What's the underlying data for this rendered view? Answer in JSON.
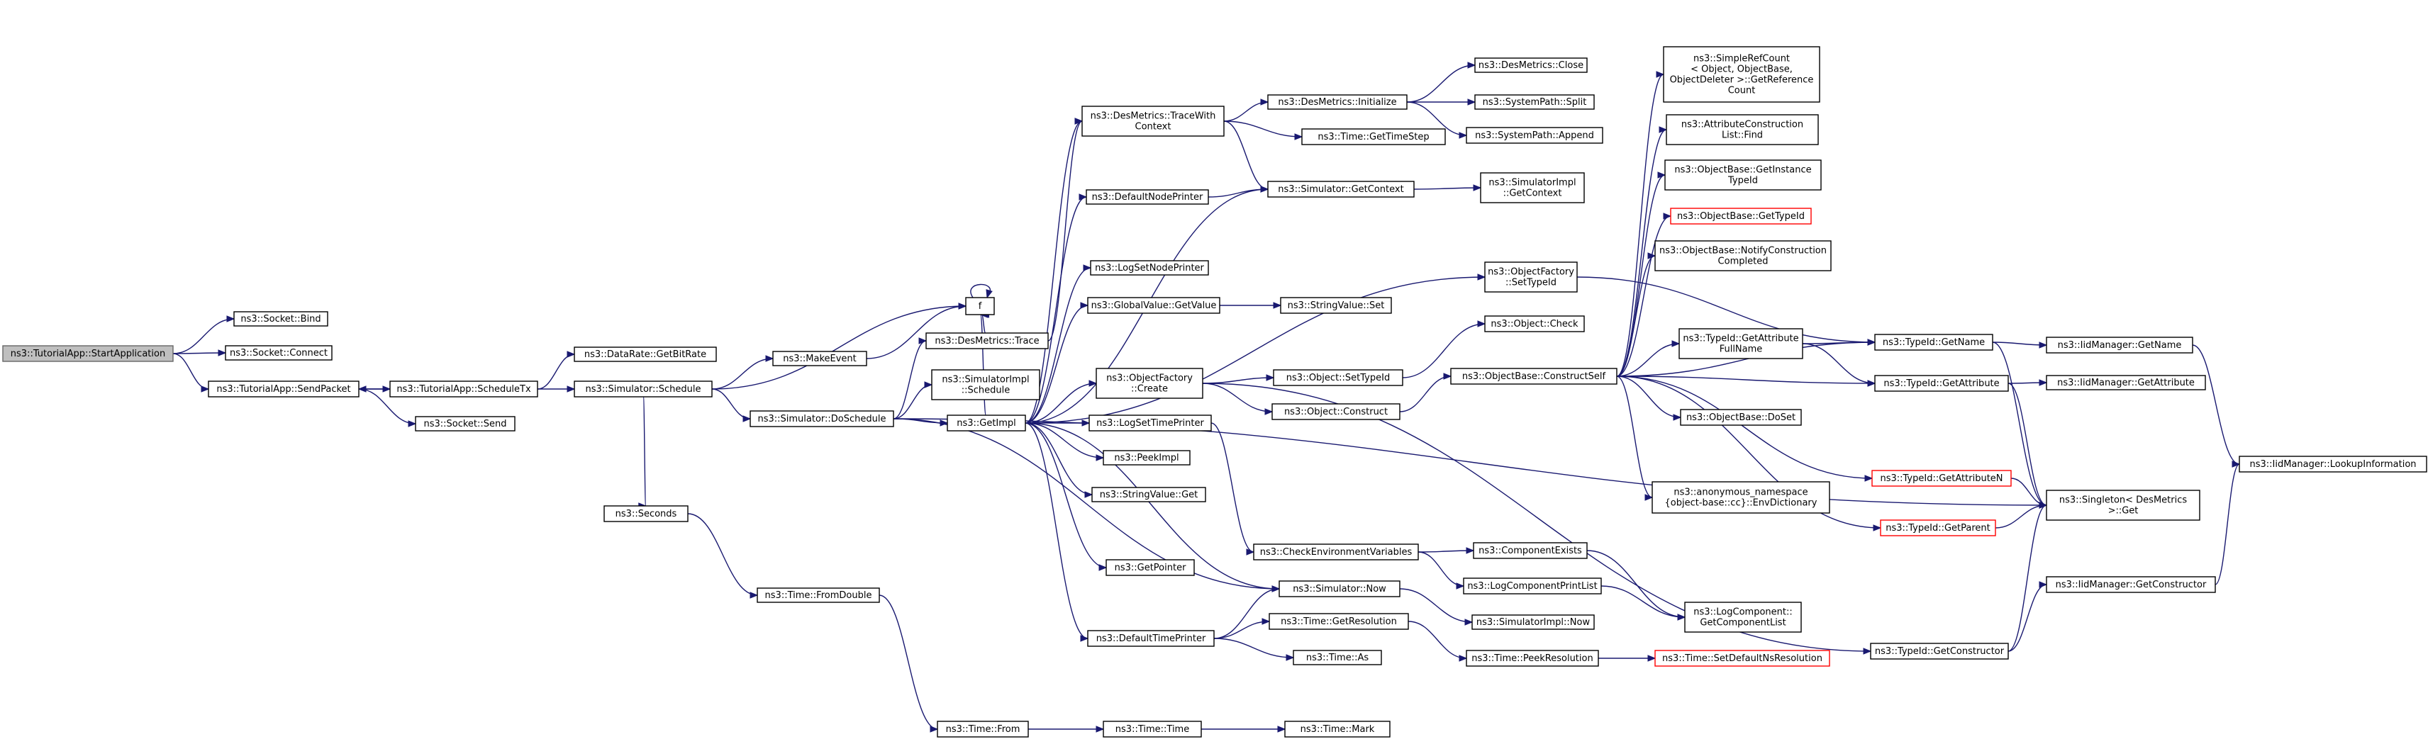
{
  "colors": {
    "edge": "#191970",
    "node_border": "#000000",
    "root_fill": "#bfbfbf",
    "missing_border": "#ff0000"
  },
  "nodes": [
    {
      "id": "root",
      "lines": [
        "ns3::TutorialApp::StartApplication"
      ],
      "kind": "root"
    },
    {
      "id": "bind",
      "lines": [
        "ns3::Socket::Bind"
      ]
    },
    {
      "id": "connect",
      "lines": [
        "ns3::Socket::Connect"
      ]
    },
    {
      "id": "sendpacket",
      "lines": [
        "ns3::TutorialApp::SendPacket"
      ]
    },
    {
      "id": "send",
      "lines": [
        "ns3::Socket::Send"
      ]
    },
    {
      "id": "scheduletx",
      "lines": [
        "ns3::TutorialApp::ScheduleTx"
      ]
    },
    {
      "id": "bitrate",
      "lines": [
        "ns3::DataRate::GetBitRate"
      ]
    },
    {
      "id": "schedule",
      "lines": [
        "ns3::Simulator::Schedule"
      ]
    },
    {
      "id": "makeevent",
      "lines": [
        "ns3::MakeEvent"
      ]
    },
    {
      "id": "f",
      "lines": [
        "f"
      ]
    },
    {
      "id": "seconds",
      "lines": [
        "ns3::Seconds"
      ]
    },
    {
      "id": "fromdouble",
      "lines": [
        "ns3::Time::FromDouble"
      ]
    },
    {
      "id": "from",
      "lines": [
        "ns3::Time::From"
      ]
    },
    {
      "id": "doschedule",
      "lines": [
        "ns3::Simulator::DoSchedule"
      ]
    },
    {
      "id": "destrace",
      "lines": [
        "ns3::DesMetrics::Trace"
      ]
    },
    {
      "id": "simimplschedule",
      "lines": [
        "ns3::SimulatorImpl",
        "::Schedule"
      ]
    },
    {
      "id": "getimpl",
      "lines": [
        "ns3::GetImpl"
      ]
    },
    {
      "id": "tracewith",
      "lines": [
        "ns3::DesMetrics::TraceWith",
        "Context"
      ]
    },
    {
      "id": "defnodeprinter",
      "lines": [
        "ns3::DefaultNodePrinter"
      ]
    },
    {
      "id": "lognodeprinter",
      "lines": [
        "ns3::LogSetNodePrinter"
      ]
    },
    {
      "id": "globalvalue",
      "lines": [
        "ns3::GlobalValue::GetValue"
      ]
    },
    {
      "id": "objfactcreate",
      "lines": [
        "ns3::ObjectFactory",
        "::Create"
      ]
    },
    {
      "id": "logtimeprinter",
      "lines": [
        "ns3::LogSetTimePrinter"
      ]
    },
    {
      "id": "peekimpl",
      "lines": [
        "ns3::PeekImpl"
      ]
    },
    {
      "id": "stringget",
      "lines": [
        "ns3::StringValue::Get"
      ]
    },
    {
      "id": "getpointer",
      "lines": [
        "ns3::GetPointer"
      ]
    },
    {
      "id": "deftimeprinter",
      "lines": [
        "ns3::DefaultTimePrinter"
      ]
    },
    {
      "id": "desinit",
      "lines": [
        "ns3::DesMetrics::Initialize"
      ]
    },
    {
      "id": "desclose",
      "lines": [
        "ns3::DesMetrics::Close"
      ]
    },
    {
      "id": "split",
      "lines": [
        "ns3::SystemPath::Split"
      ]
    },
    {
      "id": "append",
      "lines": [
        "ns3::SystemPath::Append"
      ]
    },
    {
      "id": "gettimestep",
      "lines": [
        "ns3::Time::GetTimeStep"
      ]
    },
    {
      "id": "simgetcontext",
      "lines": [
        "ns3::Simulator::GetContext"
      ]
    },
    {
      "id": "implgetcontext",
      "lines": [
        "ns3::SimulatorImpl",
        "::GetContext"
      ]
    },
    {
      "id": "stringset",
      "lines": [
        "ns3::StringValue::Set"
      ]
    },
    {
      "id": "objsettypeid",
      "lines": [
        "ns3::Object::SetTypeId"
      ]
    },
    {
      "id": "objconstruct",
      "lines": [
        "ns3::Object::Construct"
      ]
    },
    {
      "id": "checkenv",
      "lines": [
        "ns3::CheckEnvironmentVariables"
      ]
    },
    {
      "id": "simnow",
      "lines": [
        "ns3::Simulator::Now"
      ]
    },
    {
      "id": "getres",
      "lines": [
        "ns3::Time::GetResolution"
      ]
    },
    {
      "id": "timeas",
      "lines": [
        "ns3::Time::As"
      ]
    },
    {
      "id": "timetime",
      "lines": [
        "ns3::Time::Time"
      ]
    },
    {
      "id": "timemark",
      "lines": [
        "ns3::Time::Mark"
      ]
    },
    {
      "id": "factsettypeid",
      "lines": [
        "ns3::ObjectFactory",
        "::SetTypeId"
      ]
    },
    {
      "id": "objcheck",
      "lines": [
        "ns3::Object::Check"
      ]
    },
    {
      "id": "constructself",
      "lines": [
        "ns3::ObjectBase::ConstructSelf"
      ]
    },
    {
      "id": "compexists",
      "lines": [
        "ns3::ComponentExists"
      ]
    },
    {
      "id": "logcompprint",
      "lines": [
        "ns3::LogComponentPrintList"
      ]
    },
    {
      "id": "implnow",
      "lines": [
        "ns3::SimulatorImpl::Now"
      ]
    },
    {
      "id": "peekres",
      "lines": [
        "ns3::Time::PeekResolution"
      ]
    },
    {
      "id": "simplerefcount",
      "lines": [
        "ns3::SimpleRefCount",
        "< Object, ObjectBase,",
        "ObjectDeleter >::GetReference",
        "Count"
      ]
    },
    {
      "id": "attrfind",
      "lines": [
        "ns3::AttributeConstruction",
        "List::Find"
      ]
    },
    {
      "id": "getinsttypeid",
      "lines": [
        "ns3::ObjectBase::GetInstance",
        "TypeId"
      ]
    },
    {
      "id": "gettypeid",
      "lines": [
        "ns3::ObjectBase::GetTypeId"
      ],
      "kind": "red"
    },
    {
      "id": "notifyconstr",
      "lines": [
        "ns3::ObjectBase::NotifyConstruction",
        "Completed"
      ]
    },
    {
      "id": "getattrfullname",
      "lines": [
        "ns3::TypeId::GetAttribute",
        "FullName"
      ]
    },
    {
      "id": "dose",
      "lines": [
        "ns3::ObjectBase::DoSet"
      ]
    },
    {
      "id": "envdict",
      "lines": [
        "ns3::anonymous_namespace",
        "{object-base::cc}::EnvDictionary"
      ]
    },
    {
      "id": "getcomplist",
      "lines": [
        "ns3::LogComponent::",
        "GetComponentList"
      ]
    },
    {
      "id": "setdefaultnsres",
      "lines": [
        "ns3::Time::SetDefaultNsResolution"
      ],
      "kind": "red"
    },
    {
      "id": "typeidgetname",
      "lines": [
        "ns3::TypeId::GetName"
      ]
    },
    {
      "id": "typeidgetattr",
      "lines": [
        "ns3::TypeId::GetAttribute"
      ]
    },
    {
      "id": "typeidgetattrn",
      "lines": [
        "ns3::TypeId::GetAttributeN"
      ],
      "kind": "red"
    },
    {
      "id": "typeidgetparent",
      "lines": [
        "ns3::TypeId::GetParent"
      ],
      "kind": "red"
    },
    {
      "id": "typeidgetconstr",
      "lines": [
        "ns3::TypeId::GetConstructor"
      ]
    },
    {
      "id": "iidgetname",
      "lines": [
        "ns3::IidManager::GetName"
      ]
    },
    {
      "id": "iidgetattr",
      "lines": [
        "ns3::IidManager::GetAttribute"
      ]
    },
    {
      "id": "singleton",
      "lines": [
        "ns3::Singleton< DesMetrics",
        "  >::Get"
      ]
    },
    {
      "id": "iidgetconstr",
      "lines": [
        "ns3::IidManager::GetConstructor"
      ]
    },
    {
      "id": "iidlookup",
      "lines": [
        "ns3::IidManager::LookupInformation"
      ]
    }
  ],
  "edges": [
    [
      "root",
      "bind"
    ],
    [
      "root",
      "connect"
    ],
    [
      "root",
      "sendpacket"
    ],
    [
      "sendpacket",
      "send"
    ],
    [
      "sendpacket",
      "scheduletx"
    ],
    [
      "scheduletx",
      "sendpacket"
    ],
    [
      "scheduletx",
      "bitrate"
    ],
    [
      "scheduletx",
      "schedule"
    ],
    [
      "schedule",
      "makeevent"
    ],
    [
      "schedule",
      "f"
    ],
    [
      "schedule",
      "seconds"
    ],
    [
      "schedule",
      "doschedule"
    ],
    [
      "makeevent",
      "f"
    ],
    [
      "f",
      "f"
    ],
    [
      "seconds",
      "fromdouble"
    ],
    [
      "fromdouble",
      "from"
    ],
    [
      "from",
      "timetime"
    ],
    [
      "timetime",
      "timemark"
    ],
    [
      "doschedule",
      "destrace"
    ],
    [
      "doschedule",
      "simimplschedule"
    ],
    [
      "doschedule",
      "getimpl"
    ],
    [
      "doschedule",
      "simnow"
    ],
    [
      "doschedule",
      "singleton"
    ],
    [
      "destrace",
      "f"
    ],
    [
      "destrace",
      "tracewith"
    ],
    [
      "getimpl",
      "tracewith"
    ],
    [
      "getimpl",
      "defnodeprinter"
    ],
    [
      "getimpl",
      "lognodeprinter"
    ],
    [
      "getimpl",
      "globalvalue"
    ],
    [
      "getimpl",
      "objfactcreate"
    ],
    [
      "getimpl",
      "logtimeprinter"
    ],
    [
      "getimpl",
      "peekimpl"
    ],
    [
      "getimpl",
      "stringget"
    ],
    [
      "getimpl",
      "getpointer"
    ],
    [
      "getimpl",
      "deftimeprinter"
    ],
    [
      "getimpl",
      "simgetcontext"
    ],
    [
      "getimpl",
      "factsettypeid"
    ],
    [
      "getimpl",
      "simnow"
    ],
    [
      "getimpl",
      "f"
    ],
    [
      "tracewith",
      "desinit"
    ],
    [
      "tracewith",
      "gettimestep"
    ],
    [
      "tracewith",
      "simgetcontext"
    ],
    [
      "desinit",
      "desclose"
    ],
    [
      "desinit",
      "split"
    ],
    [
      "desinit",
      "append"
    ],
    [
      "defnodeprinter",
      "simgetcontext"
    ],
    [
      "simgetcontext",
      "implgetcontext"
    ],
    [
      "globalvalue",
      "stringset"
    ],
    [
      "objfactcreate",
      "objsettypeid"
    ],
    [
      "objfactcreate",
      "objconstruct"
    ],
    [
      "objfactcreate",
      "typeidgetconstr"
    ],
    [
      "objsettypeid",
      "objcheck"
    ],
    [
      "objconstruct",
      "constructself"
    ],
    [
      "logtimeprinter",
      "checkenv"
    ],
    [
      "checkenv",
      "compexists"
    ],
    [
      "checkenv",
      "logcompprint"
    ],
    [
      "compexists",
      "getcomplist"
    ],
    [
      "logcompprint",
      "getcomplist"
    ],
    [
      "deftimeprinter",
      "simnow"
    ],
    [
      "deftimeprinter",
      "getres"
    ],
    [
      "deftimeprinter",
      "timeas"
    ],
    [
      "simnow",
      "implnow"
    ],
    [
      "getres",
      "peekres"
    ],
    [
      "peekres",
      "setdefaultnsres"
    ],
    [
      "factsettypeid",
      "typeidgetname"
    ],
    [
      "constructself",
      "simplerefcount"
    ],
    [
      "constructself",
      "attrfind"
    ],
    [
      "constructself",
      "getinsttypeid"
    ],
    [
      "constructself",
      "gettypeid"
    ],
    [
      "constructself",
      "notifyconstr"
    ],
    [
      "constructself",
      "getattrfullname"
    ],
    [
      "constructself",
      "typeidgetname"
    ],
    [
      "constructself",
      "typeidgetattr"
    ],
    [
      "constructself",
      "dose"
    ],
    [
      "constructself",
      "envdict"
    ],
    [
      "constructself",
      "typeidgetattrn"
    ],
    [
      "constructself",
      "typeidgetparent"
    ],
    [
      "getattrfullname",
      "typeidgetname"
    ],
    [
      "getattrfullname",
      "typeidgetattr"
    ],
    [
      "typeidgetname",
      "iidgetname"
    ],
    [
      "typeidgetname",
      "singleton"
    ],
    [
      "typeidgetattr",
      "iidgetattr"
    ],
    [
      "typeidgetattr",
      "singleton"
    ],
    [
      "typeidgetattrn",
      "singleton"
    ],
    [
      "typeidgetparent",
      "singleton"
    ],
    [
      "typeidgetconstr",
      "iidgetconstr"
    ],
    [
      "typeidgetconstr",
      "singleton"
    ],
    [
      "iidgetname",
      "iidlookup"
    ],
    [
      "iidgetconstr",
      "iidlookup"
    ]
  ]
}
